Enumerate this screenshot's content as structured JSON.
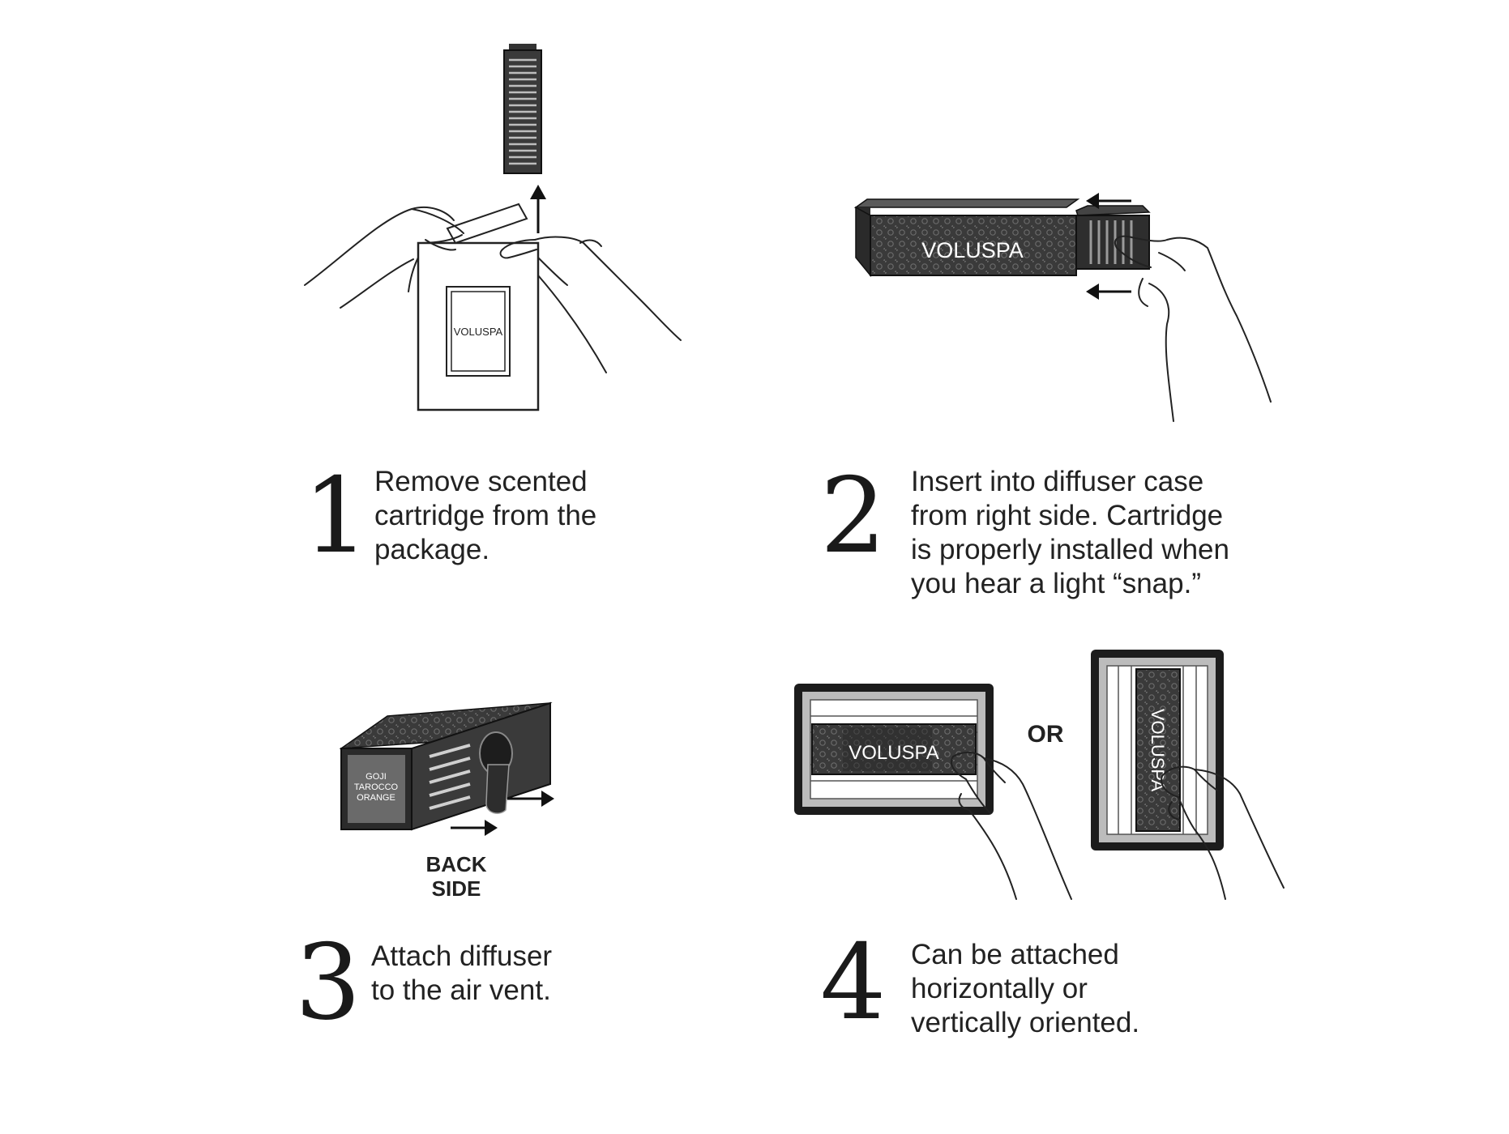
{
  "colors": {
    "ink": "#1a1a1a",
    "box_dark": "#3a3a3a",
    "box_mid": "#555555",
    "panel_gray": "#bcbcbc",
    "background": "#ffffff"
  },
  "steps": [
    {
      "number": "1",
      "text": "Remove scented\ncartridge from the\npackage.",
      "package_label": "VOLUSPA"
    },
    {
      "number": "2",
      "text": "Insert into diffuser case\nfrom right side. Cartridge\nis properly installed when\nyou hear a light “snap.”",
      "case_label": "VOLUSPA"
    },
    {
      "number": "3",
      "text": "Attach diffuser\nto the air vent.",
      "scent_label_lines": [
        "GOJI",
        "TAROCCO",
        "ORANGE"
      ],
      "back_side_lines": [
        "BACK",
        "SIDE"
      ]
    },
    {
      "number": "4",
      "text": "Can be attached\nhorizontally or\nvertically oriented.",
      "horizontal_label": "VOLUSPA",
      "vertical_label": "VOLUSPA",
      "or_label": "OR"
    }
  ]
}
